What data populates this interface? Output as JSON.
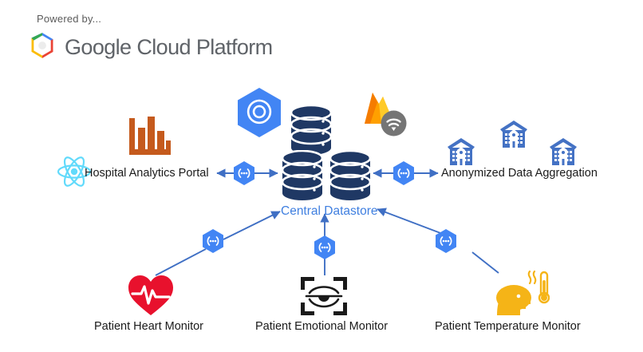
{
  "header": {
    "powered_by": "Powered by...",
    "brand": "Google Cloud Platform",
    "brand_logo_icon": "google-cloud-hexagon-logo"
  },
  "diagram": {
    "title": "Central Datastore",
    "center": {
      "label": "Central Datastore",
      "label_color": "#3f7fe0",
      "datastore_icon": "database-cylinder-icon",
      "datastore_color": "#1f3864",
      "datastore_count": 3
    },
    "services": [
      {
        "name": "dataflow-hexagon-icon",
        "color": "#4285f4"
      },
      {
        "name": "firebase-flame-icon",
        "color": "#ffa000"
      },
      {
        "name": "firebase-hosting-badge-icon",
        "color": "#757575"
      }
    ],
    "nodes": [
      {
        "id": "hospital-analytics-portal",
        "label": "Hospital Analytics Portal",
        "icons": [
          "react-atom-icon",
          "bar-chart-icon"
        ],
        "accent": "#c55a1d"
      },
      {
        "id": "anonymized-data-aggregation",
        "label": "Anonymized Data Aggregation",
        "icons": [
          "hospital-building-icon",
          "hospital-building-icon",
          "hospital-building-icon"
        ],
        "accent": "#4472c4"
      },
      {
        "id": "patient-heart-monitor",
        "label": "Patient Heart Monitor",
        "icons": [
          "heart-pulse-icon"
        ],
        "accent": "#e8112d"
      },
      {
        "id": "patient-emotional-monitor",
        "label": "Patient Emotional Monitor",
        "icons": [
          "eye-scan-icon"
        ],
        "accent": "#1a1a1a"
      },
      {
        "id": "patient-temperature-monitor",
        "label": "Patient Temperature Monitor",
        "icons": [
          "head-thermometer-icon"
        ],
        "accent": "#f5b417"
      }
    ],
    "connectors": [
      {
        "id": "pubsub-left",
        "icon": "pubsub-hexagon-icon",
        "direction": "bidirectional",
        "color": "#4285f4"
      },
      {
        "id": "pubsub-right",
        "icon": "pubsub-hexagon-icon",
        "direction": "bidirectional",
        "color": "#4285f4"
      },
      {
        "id": "pubsub-heart",
        "icon": "pubsub-hexagon-icon",
        "direction": "up",
        "color": "#4285f4"
      },
      {
        "id": "pubsub-emotion",
        "icon": "pubsub-hexagon-icon",
        "direction": "up",
        "color": "#4285f4"
      },
      {
        "id": "pubsub-temp",
        "icon": "pubsub-hexagon-icon",
        "direction": "up",
        "color": "#4285f4"
      }
    ],
    "arrow_color": "#3f6fc4"
  }
}
